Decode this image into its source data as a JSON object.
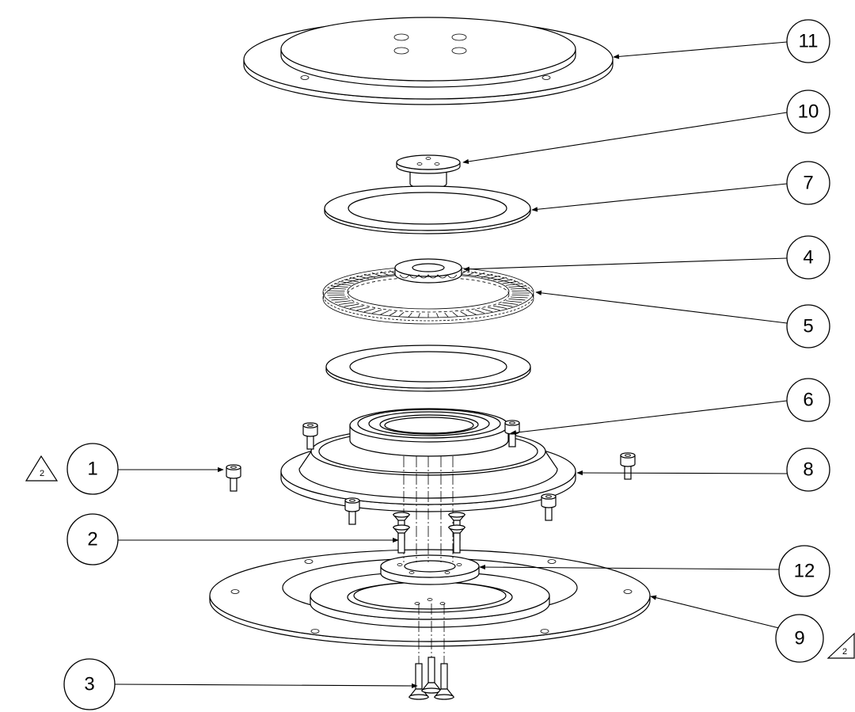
{
  "balloons": [
    {
      "id": "b11",
      "label": "11"
    },
    {
      "id": "b10",
      "label": "10"
    },
    {
      "id": "b7",
      "label": "7"
    },
    {
      "id": "b4",
      "label": "4"
    },
    {
      "id": "b5",
      "label": "5"
    },
    {
      "id": "b6",
      "label": "6"
    },
    {
      "id": "b1",
      "label": "1"
    },
    {
      "id": "b8",
      "label": "8"
    },
    {
      "id": "b2",
      "label": "2"
    },
    {
      "id": "b12",
      "label": "12"
    },
    {
      "id": "b9",
      "label": "9"
    },
    {
      "id": "b3",
      "label": "3"
    }
  ],
  "revision_marks": [
    {
      "id": "rev-left",
      "label": "2"
    },
    {
      "id": "rev-right",
      "label": "2"
    }
  ]
}
